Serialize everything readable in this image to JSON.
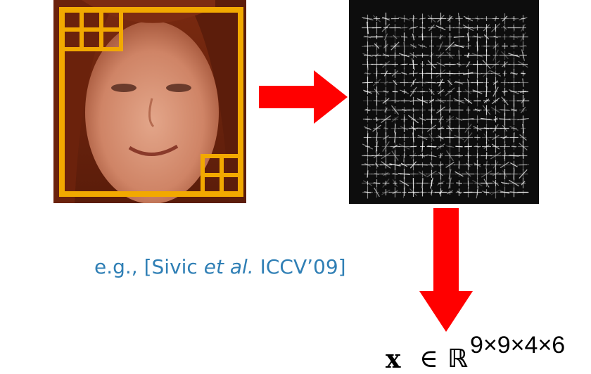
{
  "citation": {
    "prefix": "e.g., [Sivic ",
    "italic": "et al.",
    "suffix": " ICCV’09]"
  },
  "formula": {
    "vector": "x",
    "relation": "∈",
    "field": "ℝ",
    "exponent": "9×9×4×6"
  },
  "colors": {
    "grid_box": "#f2a900",
    "arrow": "#ff0000",
    "citation_text": "#2f7fb5",
    "hog_background": "#0d0d0d",
    "hair": "#8a2e12",
    "skin": "#d98f73"
  },
  "icons": {
    "face": "face-photo",
    "hog": "hog-descriptor-image",
    "right_arrow": "arrow-right-icon",
    "down_arrow": "arrow-down-icon"
  }
}
